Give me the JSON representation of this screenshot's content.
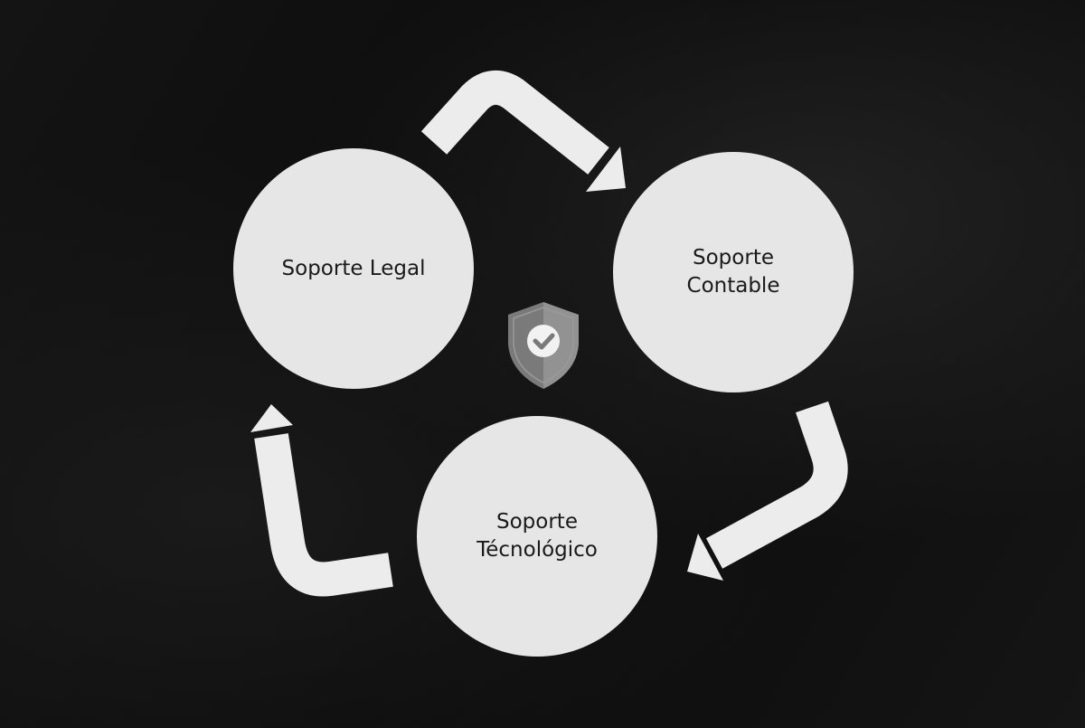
{
  "nodes": [
    {
      "line1": "Soporte Legal",
      "line2": ""
    },
    {
      "line1": "Soporte",
      "line2": "Contable"
    },
    {
      "line1": "Soporte",
      "line2": "Técnológico"
    }
  ],
  "center_icon": "shield-check-icon",
  "colors": {
    "background": "#0d0d0d",
    "node": "#e6e6e6",
    "arrow": "#ececec",
    "shield": "#8a8a8a"
  }
}
